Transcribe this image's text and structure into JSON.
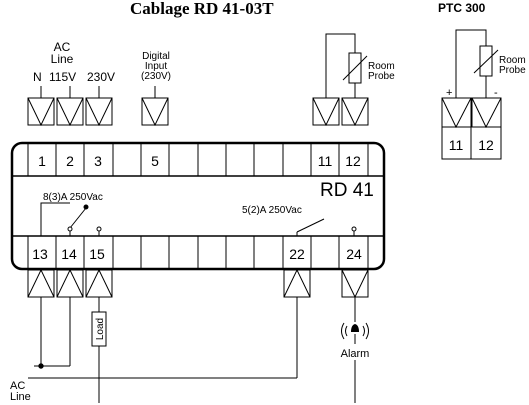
{
  "title": "Cablage RD 41-03T",
  "device_label": "RD 41",
  "power": {
    "line_label_1": "AC",
    "line_label_2": "Line",
    "n_label": "N",
    "v115_label": "115V",
    "v230_label": "230V"
  },
  "digital_input": {
    "line1": "Digital",
    "line2": "Input",
    "line3": "(230V)"
  },
  "room_probe": {
    "line1": "Room",
    "line2": "Probe"
  },
  "ptc": {
    "title": "PTC 300",
    "plus": "+",
    "minus": "-",
    "probe_line1": "Room",
    "probe_line2": "Probe",
    "terminals": [
      "11",
      "12"
    ]
  },
  "top_terminals": [
    "1",
    "2",
    "3",
    "5",
    "11",
    "12"
  ],
  "bottom_terminals": [
    "13",
    "14",
    "15",
    "22",
    "24"
  ],
  "relay_main": "8(3)A 250Vac",
  "relay_alarm": "5(2)A 250Vac",
  "load_label": "Load",
  "alarm_label": "Alarm",
  "ac_line_bottom_1": "AC",
  "ac_line_bottom_2": "Line"
}
